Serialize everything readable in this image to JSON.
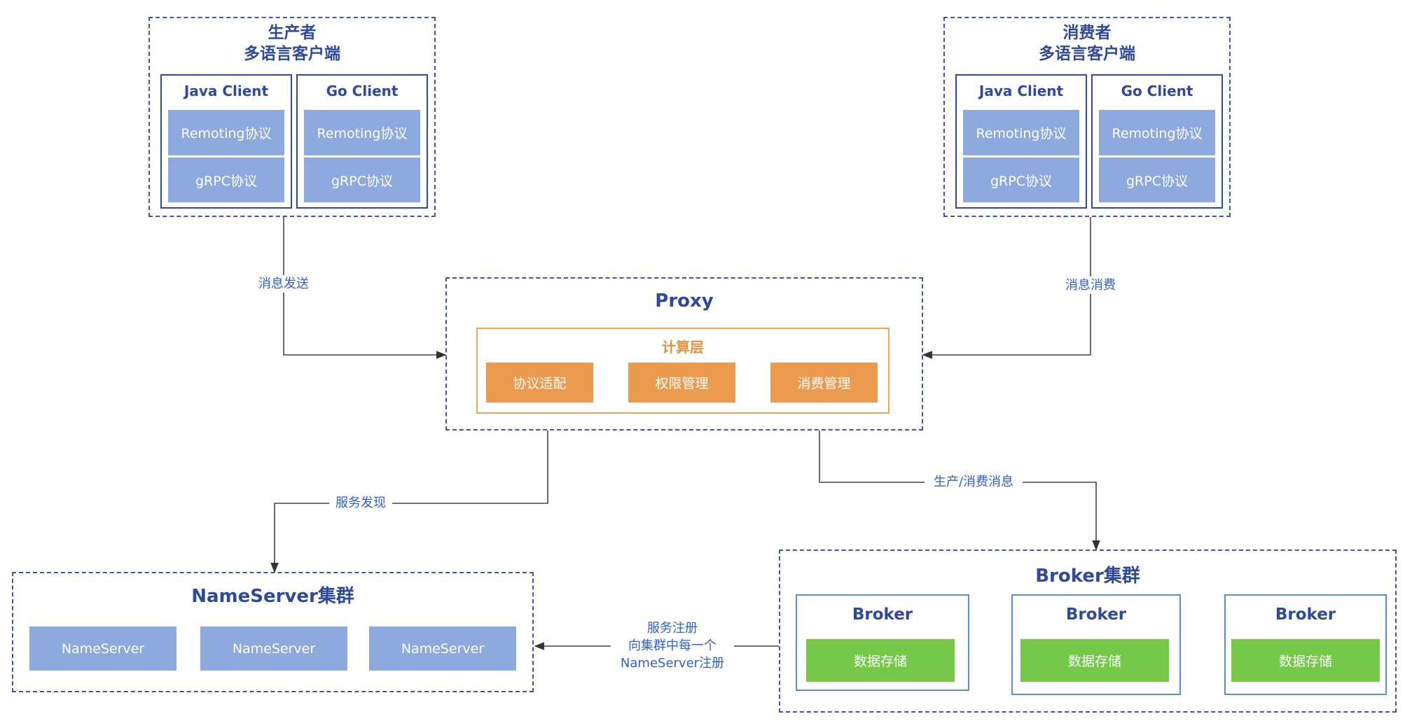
{
  "producer": {
    "title_line1": "生产者",
    "title_line2": "多语言客户端",
    "clients": [
      {
        "name": "Java Client",
        "protocols": [
          "Remoting协议",
          "gRPC协议"
        ]
      },
      {
        "name": "Go Client",
        "protocols": [
          "Remoting协议",
          "gRPC协议"
        ]
      }
    ]
  },
  "consumer": {
    "title_line1": "消费者",
    "title_line2": "多语言客户端",
    "clients": [
      {
        "name": "Java Client",
        "protocols": [
          "Remoting协议",
          "gRPC协议"
        ]
      },
      {
        "name": "Go Client",
        "protocols": [
          "Remoting协议",
          "gRPC协议"
        ]
      }
    ]
  },
  "proxy": {
    "title": "Proxy",
    "compute_layer": {
      "title": "计算层",
      "modules": [
        "协议适配",
        "权限管理",
        "消费管理"
      ]
    }
  },
  "nameserver_cluster": {
    "title": "NameServer集群",
    "nodes": [
      "NameServer",
      "NameServer",
      "NameServer"
    ]
  },
  "broker_cluster": {
    "title": "Broker集群",
    "brokers": [
      {
        "name": "Broker",
        "storage": "数据存储"
      },
      {
        "name": "Broker",
        "storage": "数据存储"
      },
      {
        "name": "Broker",
        "storage": "数据存储"
      }
    ]
  },
  "edges": {
    "send": "消息发送",
    "consume": "消息消费",
    "discovery": "服务发现",
    "produce_consume": "生产/消费消息",
    "register_line1": "服务注册",
    "register_line2": "向集群中每一个",
    "register_line3": "NameServer注册"
  },
  "colors": {
    "primary_blue": "#2f4a9a",
    "label_blue": "#2f5fd0",
    "protocol_blue": "#8da9dd",
    "orange": "#ec9a4e",
    "green": "#74c949"
  }
}
